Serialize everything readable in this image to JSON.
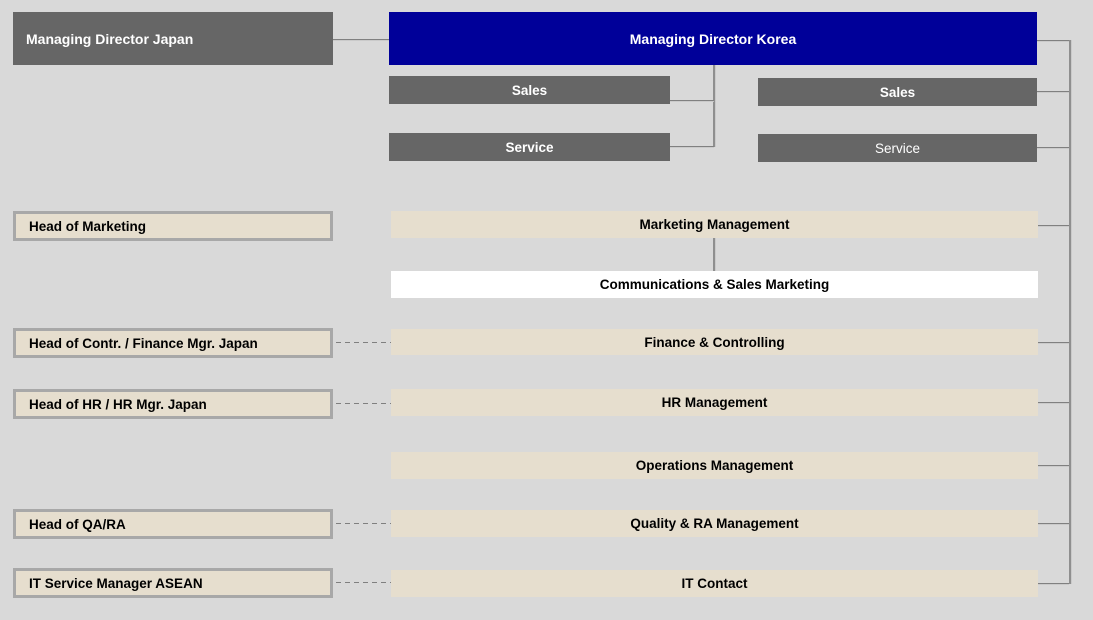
{
  "colors": {
    "background": "#d9d9d9",
    "navy": "#000099",
    "dark_gray": "#666666",
    "beige": "#e6dece",
    "white": "#ffffff",
    "left_box_border": "#a8a8a8",
    "connector_line": "#808080"
  },
  "nodes": {
    "md_japan": "Managing Director Japan",
    "md_korea": "Managing Director Korea",
    "sales_left": "Sales",
    "service_left": "Service",
    "sales_right": "Sales",
    "service_right": "Service",
    "head_marketing": "Head of Marketing",
    "marketing_mgmt": "Marketing Management",
    "comms_sales_marketing": "Communications & Sales Marketing",
    "head_contr_finance": "Head of Contr. / Finance Mgr. Japan",
    "finance_controlling": "Finance & Controlling",
    "head_hr": "Head of HR  / HR Mgr. Japan",
    "hr_mgmt": "HR Management",
    "operations_mgmt": "Operations Management",
    "head_qa_ra": "Head of QA/RA",
    "quality_ra_mgmt": "Quality & RA Management",
    "it_service_mgr": "IT Service Manager ASEAN",
    "it_contact": "IT Contact"
  }
}
